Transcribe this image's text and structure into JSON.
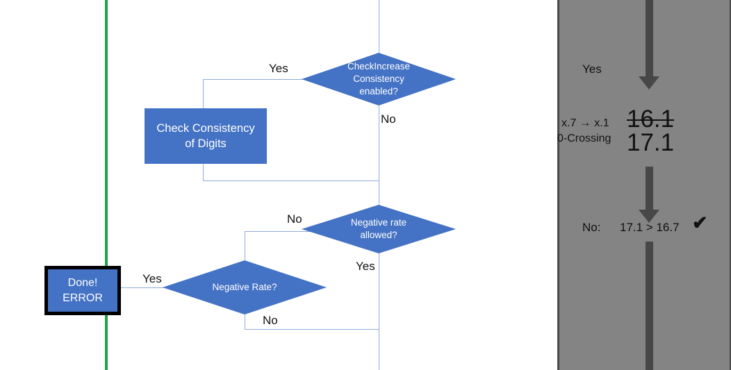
{
  "flowchart": {
    "nodes": {
      "check_increase": "CheckIncrease Consistency enabled?",
      "check_increase_l1": "CheckIncrease",
      "check_increase_l2": "Consistency",
      "check_increase_l3": "enabled?",
      "check_consistency_l1": "Check Consistency",
      "check_consistency_l2": "of Digits",
      "negative_rate_allowed_l1": "Negative rate",
      "negative_rate_allowed_l2": "allowed?",
      "negative_rate": "Negative Rate?",
      "done_error_l1": "Done!",
      "done_error_l2": "ERROR"
    },
    "edge_labels": {
      "check_increase_yes": "Yes",
      "check_increase_no": "No",
      "negative_allowed_no": "No",
      "negative_allowed_yes": "Yes",
      "negative_rate_yes": "Yes",
      "negative_rate_no": "No"
    },
    "colors": {
      "shape_fill": "#4472C4",
      "connector": "#8FAADC",
      "guide_line": "#21A14B",
      "node_border": "#000000"
    }
  },
  "panel": {
    "yes_label": "Yes",
    "rounding_label": "x.7",
    "arrow_glyph": "→",
    "rounding_target": "x.1",
    "zero_crossing_label": "0-Crossing",
    "value_struck": "16.1",
    "value_current": "17.1",
    "result_prefix": "No:",
    "result_comparison": "17.1 > 16.7",
    "check_glyph": "✔",
    "colors": {
      "background": "#848484",
      "arrow": "#474747"
    }
  }
}
